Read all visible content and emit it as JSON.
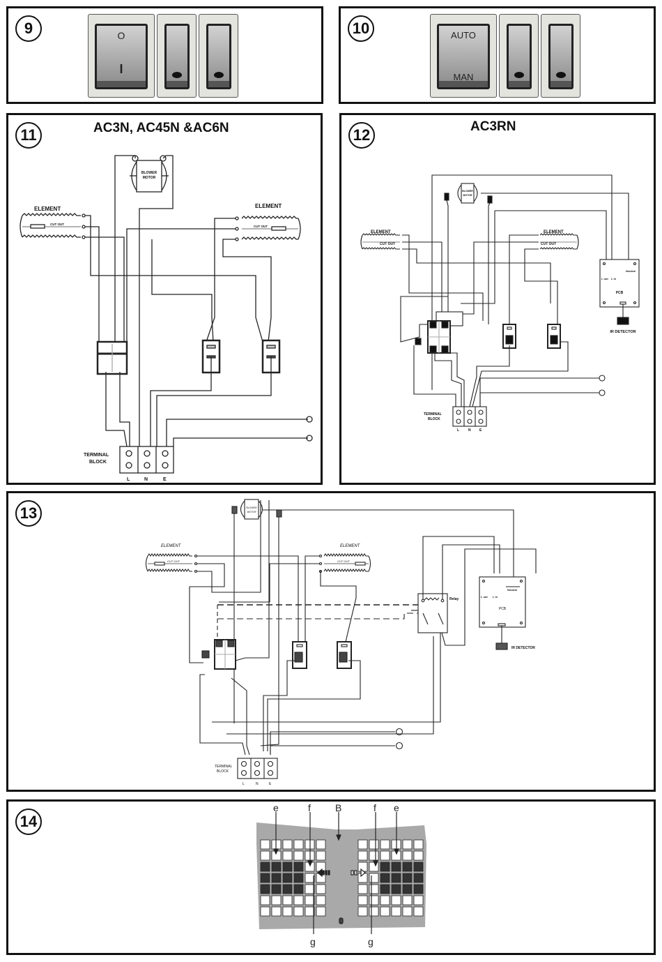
{
  "figures": [
    {
      "number": "9",
      "switches": {
        "main": {
          "top_symbol": "O",
          "bottom_symbol": "I"
        },
        "indicator_count": 2
      }
    },
    {
      "number": "10",
      "switches": {
        "main": {
          "top_label": "AUTO",
          "bottom_label": "MAN"
        },
        "indicator_count": 2
      }
    },
    {
      "number": "11",
      "title": "AC3N, AC45N &AC6N",
      "labels": {
        "element_left": "ELEMENT",
        "element_right": "ELEMENT",
        "cut_out": "CUT OUT",
        "blower": "BLOWER",
        "motor": "MOTOR",
        "terminal": "TERMINAL",
        "block": "BLOCK",
        "l": "L",
        "n": "N",
        "e": "E"
      }
    },
    {
      "number": "12",
      "title": "AC3RN",
      "labels": {
        "element_left": "ELEMENT",
        "element_right": "ELEMENT",
        "cut_out": "CUT OUT",
        "blower": "BLOWER",
        "motor": "MOTOR",
        "pcb": "PCB",
        "l_out": "L out",
        "l_in": "L in",
        "neutral": "Neutral",
        "ir_detector": "IR DETECTOR",
        "terminal": "TERMINAL",
        "block": "BLOCK",
        "l": "L",
        "n": "N",
        "e": "E"
      }
    },
    {
      "number": "13",
      "labels": {
        "element_left": "ELEMENT",
        "element_right": "ELEMENT",
        "cut_out": "CUT OUT",
        "blower": "BLOWER",
        "motor": "MOTOR",
        "relay": "Relay",
        "pcb": "PCB",
        "l_out": "L out",
        "l_in": "L in",
        "neutral": "Neutral",
        "ir_detector": "IR DETECTOR",
        "terminal": "TERMINAL",
        "block": "BLOCK",
        "l": "L",
        "n": "N",
        "e": "E"
      }
    },
    {
      "number": "14",
      "labels": {
        "e_left": "e",
        "f_left": "f",
        "b": "B",
        "f_right": "f",
        "e_right": "e",
        "g_left": "g",
        "g_right": "g"
      }
    }
  ]
}
